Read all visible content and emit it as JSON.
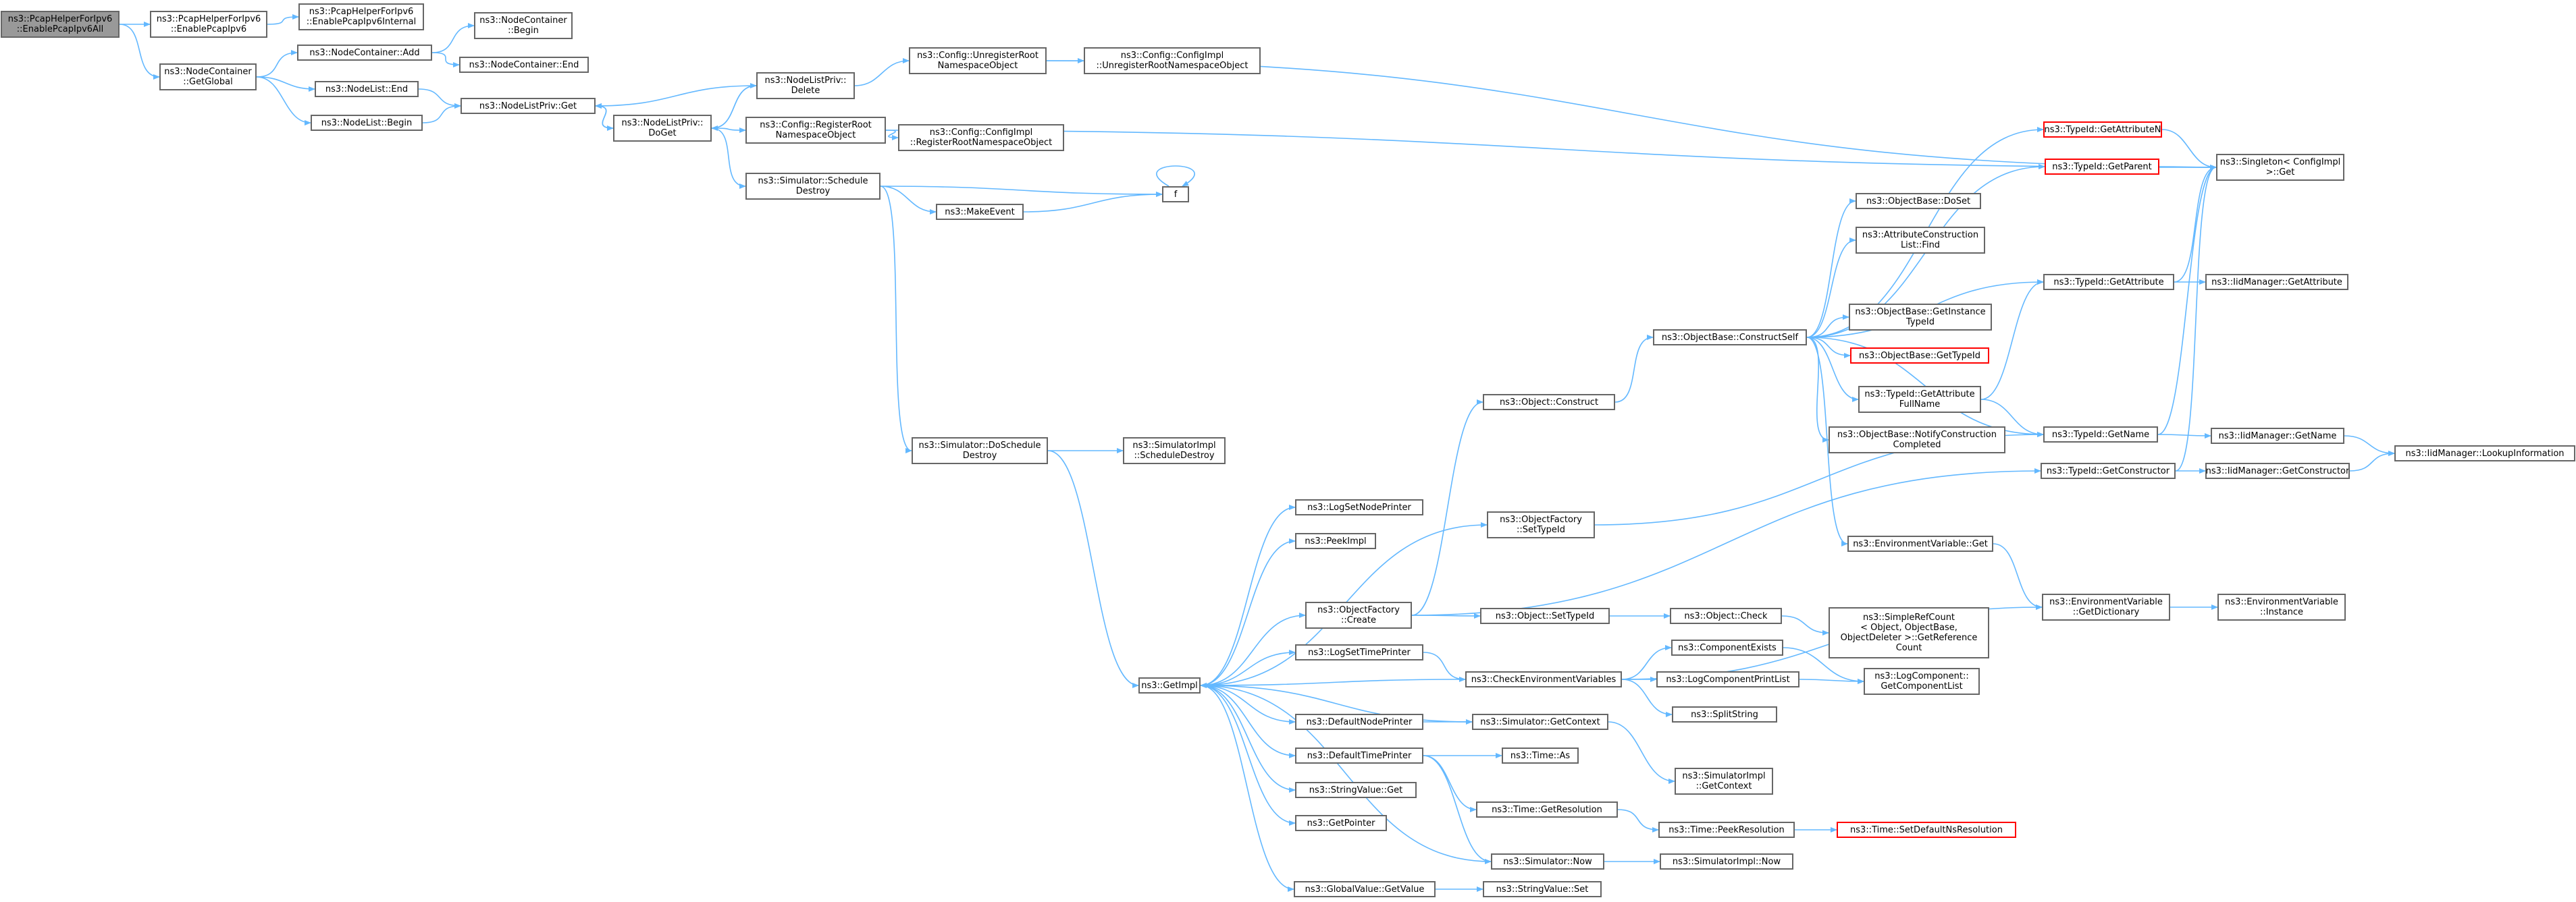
{
  "colors": {
    "edge": "#63b8ff",
    "node_border": "#666666",
    "root_fill": "#999999",
    "truncated_border": "#ff0000"
  },
  "nodes": [
    {
      "id": "root",
      "lines": [
        "ns3::PcapHelperForIpv6",
        "::EnablePcapIpv6All"
      ],
      "root": true
    },
    {
      "id": "enablepcapipv6",
      "lines": [
        "ns3::PcapHelperForIpv6",
        "::EnablePcapIpv6"
      ]
    },
    {
      "id": "enablepcapipv6internal",
      "lines": [
        "ns3::PcapHelperForIpv6",
        "::EnablePcapIpv6Internal"
      ]
    },
    {
      "id": "nc_getglobal",
      "lines": [
        "ns3::NodeContainer",
        "::GetGlobal"
      ]
    },
    {
      "id": "nc_add",
      "lines": [
        "ns3::NodeContainer::Add"
      ]
    },
    {
      "id": "nc_begin",
      "lines": [
        "ns3::NodeContainer",
        "::Begin"
      ]
    },
    {
      "id": "nc_end",
      "lines": [
        "ns3::NodeContainer::End"
      ]
    },
    {
      "id": "nl_end",
      "lines": [
        "ns3::NodeList::End"
      ]
    },
    {
      "id": "nl_begin",
      "lines": [
        "ns3::NodeList::Begin"
      ]
    },
    {
      "id": "nlp_get",
      "lines": [
        "ns3::NodeListPriv::Get"
      ]
    },
    {
      "id": "nlp_doget",
      "lines": [
        "ns3::NodeListPriv::",
        "DoGet"
      ]
    },
    {
      "id": "nlp_delete",
      "lines": [
        "ns3::NodeListPriv::",
        "Delete"
      ]
    },
    {
      "id": "cfg_unreg",
      "lines": [
        "ns3::Config::UnregisterRoot",
        "NamespaceObject"
      ]
    },
    {
      "id": "cfgimpl_unreg",
      "lines": [
        "ns3::Config::ConfigImpl",
        "::UnregisterRootNamespaceObject"
      ]
    },
    {
      "id": "cfg_reg",
      "lines": [
        "ns3::Config::RegisterRoot",
        "NamespaceObject"
      ]
    },
    {
      "id": "cfgimpl_reg",
      "lines": [
        "ns3::Config::ConfigImpl",
        "::RegisterRootNamespaceObject"
      ]
    },
    {
      "id": "sim_schedule_destroy",
      "lines": [
        "ns3::Simulator::Schedule",
        "Destroy"
      ]
    },
    {
      "id": "makeevent",
      "lines": [
        "ns3::MakeEvent"
      ]
    },
    {
      "id": "f",
      "lines": [
        "f"
      ]
    },
    {
      "id": "sim_doschedule",
      "lines": [
        "ns3::Simulator::DoSchedule",
        "Destroy"
      ]
    },
    {
      "id": "simimpl_schedule",
      "lines": [
        "ns3::SimulatorImpl",
        "::ScheduleDestroy"
      ]
    },
    {
      "id": "getimpl",
      "lines": [
        "ns3::GetImpl"
      ]
    },
    {
      "id": "logsetnodeprinter",
      "lines": [
        "ns3::LogSetNodePrinter"
      ]
    },
    {
      "id": "peekimpl",
      "lines": [
        "ns3::PeekImpl"
      ]
    },
    {
      "id": "of_create",
      "lines": [
        "ns3::ObjectFactory",
        "::Create"
      ]
    },
    {
      "id": "logsettimeprinter",
      "lines": [
        "ns3::LogSetTimePrinter"
      ]
    },
    {
      "id": "defaultnodeprinter",
      "lines": [
        "ns3::DefaultNodePrinter"
      ]
    },
    {
      "id": "defaulttimeprinter",
      "lines": [
        "ns3::DefaultTimePrinter"
      ]
    },
    {
      "id": "stringvalue_get",
      "lines": [
        "ns3::StringValue::Get"
      ]
    },
    {
      "id": "getpointer",
      "lines": [
        "ns3::GetPointer"
      ]
    },
    {
      "id": "gv_getvalue",
      "lines": [
        "ns3::GlobalValue::GetValue"
      ]
    },
    {
      "id": "object_construct",
      "lines": [
        "ns3::Object::Construct"
      ]
    },
    {
      "id": "of_settypeid",
      "lines": [
        "ns3::ObjectFactory",
        "::SetTypeId"
      ]
    },
    {
      "id": "object_settypeid",
      "lines": [
        "ns3::Object::SetTypeId"
      ]
    },
    {
      "id": "object_check",
      "lines": [
        "ns3::Object::Check"
      ]
    },
    {
      "id": "simplerefcount",
      "lines": [
        "ns3::SimpleRefCount",
        "< Object, ObjectBase,",
        "ObjectDeleter >::GetReference",
        "Count"
      ]
    },
    {
      "id": "checkenv",
      "lines": [
        "ns3::CheckEnvironmentVariables"
      ]
    },
    {
      "id": "componentexists",
      "lines": [
        "ns3::ComponentExists"
      ]
    },
    {
      "id": "logcompprintlist",
      "lines": [
        "ns3::LogComponentPrintList"
      ]
    },
    {
      "id": "splitstring",
      "lines": [
        "ns3::SplitString"
      ]
    },
    {
      "id": "logcomp_getlist",
      "lines": [
        "ns3::LogComponent::",
        "GetComponentList"
      ]
    },
    {
      "id": "sim_getcontext",
      "lines": [
        "ns3::Simulator::GetContext"
      ]
    },
    {
      "id": "simimpl_getcontext",
      "lines": [
        "ns3::SimulatorImpl",
        "::GetContext"
      ]
    },
    {
      "id": "time_as",
      "lines": [
        "ns3::Time::As"
      ]
    },
    {
      "id": "time_getres",
      "lines": [
        "ns3::Time::GetResolution"
      ]
    },
    {
      "id": "time_peekres",
      "lines": [
        "ns3::Time::PeekResolution"
      ]
    },
    {
      "id": "time_setdefault",
      "lines": [
        "ns3::Time::SetDefaultNsResolution"
      ],
      "truncated": true
    },
    {
      "id": "sim_now",
      "lines": [
        "ns3::Simulator::Now"
      ]
    },
    {
      "id": "simimpl_now",
      "lines": [
        "ns3::SimulatorImpl::Now"
      ]
    },
    {
      "id": "stringvalue_set",
      "lines": [
        "ns3::StringValue::Set"
      ]
    },
    {
      "id": "ob_constructself",
      "lines": [
        "ns3::ObjectBase::ConstructSelf"
      ]
    },
    {
      "id": "ob_doset",
      "lines": [
        "ns3::ObjectBase::DoSet"
      ]
    },
    {
      "id": "attrconstr_find",
      "lines": [
        "ns3::AttributeConstruction",
        "List::Find"
      ]
    },
    {
      "id": "ob_getinstance",
      "lines": [
        "ns3::ObjectBase::GetInstance",
        "TypeId"
      ]
    },
    {
      "id": "ob_gettypeid",
      "lines": [
        "ns3::ObjectBase::GetTypeId"
      ],
      "truncated": true
    },
    {
      "id": "tid_getattrfullname",
      "lines": [
        "ns3::TypeId::GetAttribute",
        "FullName"
      ]
    },
    {
      "id": "ob_notify",
      "lines": [
        "ns3::ObjectBase::NotifyConstruction",
        "Completed"
      ]
    },
    {
      "id": "envvar_get",
      "lines": [
        "ns3::EnvironmentVariable::Get"
      ]
    },
    {
      "id": "tid_getattributen",
      "lines": [
        "ns3::TypeId::GetAttributeN"
      ],
      "truncated": true
    },
    {
      "id": "tid_getparent",
      "lines": [
        "ns3::TypeId::GetParent"
      ],
      "truncated": true
    },
    {
      "id": "tid_getattribute",
      "lines": [
        "ns3::TypeId::GetAttribute"
      ]
    },
    {
      "id": "tid_getname",
      "lines": [
        "ns3::TypeId::GetName"
      ]
    },
    {
      "id": "tid_getconstructor",
      "lines": [
        "ns3::TypeId::GetConstructor"
      ]
    },
    {
      "id": "envvar_getdict",
      "lines": [
        "ns3::EnvironmentVariable",
        "::GetDictionary"
      ]
    },
    {
      "id": "singleton_get",
      "lines": [
        "ns3::Singleton< ConfigImpl",
        ">::Get"
      ]
    },
    {
      "id": "iidm_getattribute",
      "lines": [
        "ns3::IidManager::GetAttribute"
      ]
    },
    {
      "id": "iidm_getname",
      "lines": [
        "ns3::IidManager::GetName"
      ]
    },
    {
      "id": "iidm_getconstructor",
      "lines": [
        "ns3::IidManager::GetConstructor"
      ]
    },
    {
      "id": "iidm_lookup",
      "lines": [
        "ns3::IidManager::LookupInformation"
      ]
    },
    {
      "id": "envvar_instance",
      "lines": [
        "ns3::EnvironmentVariable",
        "::Instance"
      ]
    }
  ]
}
